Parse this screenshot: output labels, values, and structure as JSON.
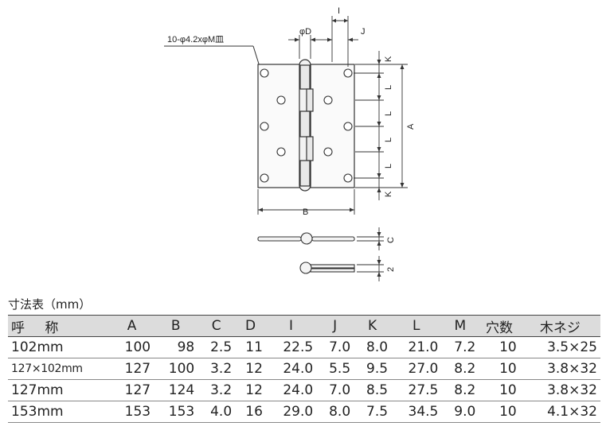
{
  "drawing": {
    "hole_note": "10-φ4.2xφM皿",
    "labels": {
      "phiD": "φD",
      "I": "I",
      "J": "J",
      "K": "K",
      "L": "L",
      "A": "A",
      "B": "B",
      "C": "C",
      "two": "2"
    }
  },
  "table": {
    "title": "寸法表（mm）",
    "headers": [
      "呼 称",
      "A",
      "B",
      "C",
      "D",
      "I",
      "J",
      "K",
      "L",
      "M",
      "穴数",
      "木ネジ"
    ],
    "rows": [
      [
        "102mm",
        "100",
        "98",
        "2.5",
        "11",
        "22.5",
        "7.0",
        "8.0",
        "21.0",
        "7.2",
        "10",
        "3.5×25"
      ],
      [
        "127×102mm",
        "127",
        "100",
        "3.2",
        "12",
        "24.0",
        "5.5",
        "9.5",
        "27.0",
        "8.2",
        "10",
        "3.8×32"
      ],
      [
        "127mm",
        "127",
        "124",
        "3.2",
        "12",
        "24.0",
        "7.0",
        "8.5",
        "27.5",
        "8.2",
        "10",
        "3.8×32"
      ],
      [
        "153mm",
        "153",
        "153",
        "4.0",
        "16",
        "29.0",
        "8.0",
        "7.5",
        "34.5",
        "9.0",
        "10",
        "4.1×32"
      ]
    ]
  }
}
